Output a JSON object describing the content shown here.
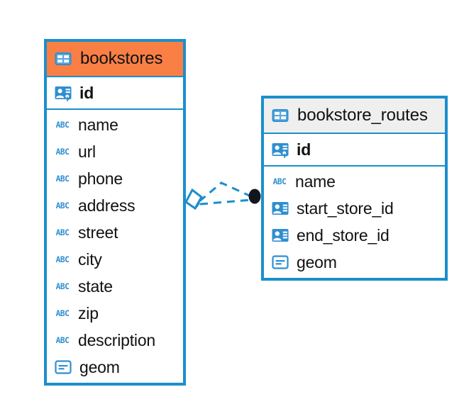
{
  "diagram": {
    "kind": "entity-relationship-diagram",
    "background_color": "#ffffff",
    "entity_border_color": "#1b8fcc",
    "icon_color": "#2f8fd0",
    "relationship_line_color": "#1b8fcc",
    "relationship_endpoint_color": "#10161c"
  },
  "entities": [
    {
      "name": "bookstores",
      "header_color": "#f97f45",
      "icon": "table-icon",
      "primary_keys": [
        {
          "label": "id",
          "icon": "primary-key-icon"
        }
      ],
      "fields": [
        {
          "label": "name",
          "icon": "text-type-icon"
        },
        {
          "label": "url",
          "icon": "text-type-icon"
        },
        {
          "label": "phone",
          "icon": "text-type-icon"
        },
        {
          "label": "address",
          "icon": "text-type-icon"
        },
        {
          "label": "street",
          "icon": "text-type-icon"
        },
        {
          "label": "city",
          "icon": "text-type-icon"
        },
        {
          "label": "state",
          "icon": "text-type-icon"
        },
        {
          "label": "zip",
          "icon": "text-type-icon"
        },
        {
          "label": "description",
          "icon": "text-type-icon"
        },
        {
          "label": "geom",
          "icon": "geometry-type-icon"
        }
      ]
    },
    {
      "name": "bookstore_routes",
      "header_color": "#efefef",
      "icon": "table-icon",
      "primary_keys": [
        {
          "label": "id",
          "icon": "primary-key-icon"
        }
      ],
      "fields": [
        {
          "label": "name",
          "icon": "text-type-icon"
        },
        {
          "label": "start_store_id",
          "icon": "foreign-key-icon"
        },
        {
          "label": "end_store_id",
          "icon": "foreign-key-icon"
        },
        {
          "label": "geom",
          "icon": "geometry-type-icon"
        }
      ]
    }
  ],
  "relationship": {
    "source_entity": "bookstores",
    "target_entity": "bookstore_routes",
    "source_marker": "diamond-marker",
    "target_marker": "filled-circle-marker",
    "line_style": "dashed"
  }
}
